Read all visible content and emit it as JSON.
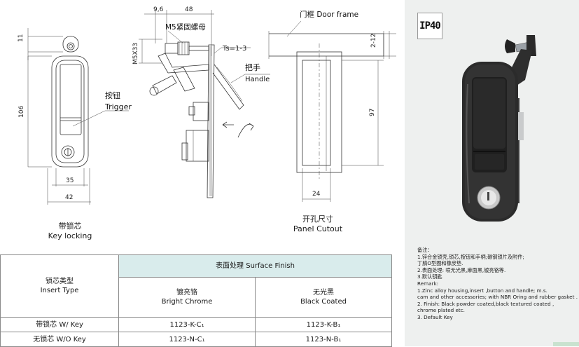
{
  "drawing": {
    "dimensions": {
      "d11": "11",
      "d106": "106",
      "d35": "35",
      "d42": "42",
      "d9_6": "9,6",
      "d48": "48",
      "m5x33": "M5X33",
      "ts": "Ts=1-3",
      "d2_12": "2-12",
      "d97": "97",
      "d24": "24"
    },
    "labels": {
      "m5_nut": "M5紧固螺母",
      "trigger_cn": "按钮",
      "trigger_en": "Trigger",
      "handle_cn": "把手",
      "handle_en": "Handle",
      "door_frame": "门框  Door frame"
    },
    "captions": {
      "key_locking_cn": "带锁芯",
      "key_locking_en": "Key locking",
      "panel_cutout_cn": "开孔尺寸",
      "panel_cutout_en": "Panel Cutout"
    }
  },
  "product": {
    "badge": "IP40"
  },
  "remarks": {
    "lines": [
      "备注：",
      "1.锌合金锁壳,锁芯,按钮和手柄;碳钢锁片及附件;",
      "丁腈O型圈和橡皮垫.",
      "2.表面处理: 喷无光黑,麻面黑,镀亮铬等.",
      "3.默认钥匙",
      "Remark:",
      "1.Zinc alloy housing,insert ,button and handle; m.s.",
      "cam and other accessories; with NBR Oring and rubber gasket .",
      "2. Finish: Black powder coated,black textured coated ,",
      "chrome plated etc.",
      "3. Default Key"
    ]
  },
  "table": {
    "surface_finish": "表面处理 Surface Finish",
    "insert_type_cn": "锁芯类型",
    "insert_type_en": "Insert Type",
    "chrome_cn": "镀亮铬",
    "chrome_en": "Bright Chrome",
    "black_cn": "无光黑",
    "black_en": "Black Coated",
    "rows": [
      {
        "type": "带锁芯 W/ Key",
        "chrome": "1123-K-C₁",
        "black": "1123-K-B₁"
      },
      {
        "type": "无锁芯 W/O Key",
        "chrome": "1123-N-C₁",
        "black": "1123-N-B₁"
      }
    ]
  }
}
